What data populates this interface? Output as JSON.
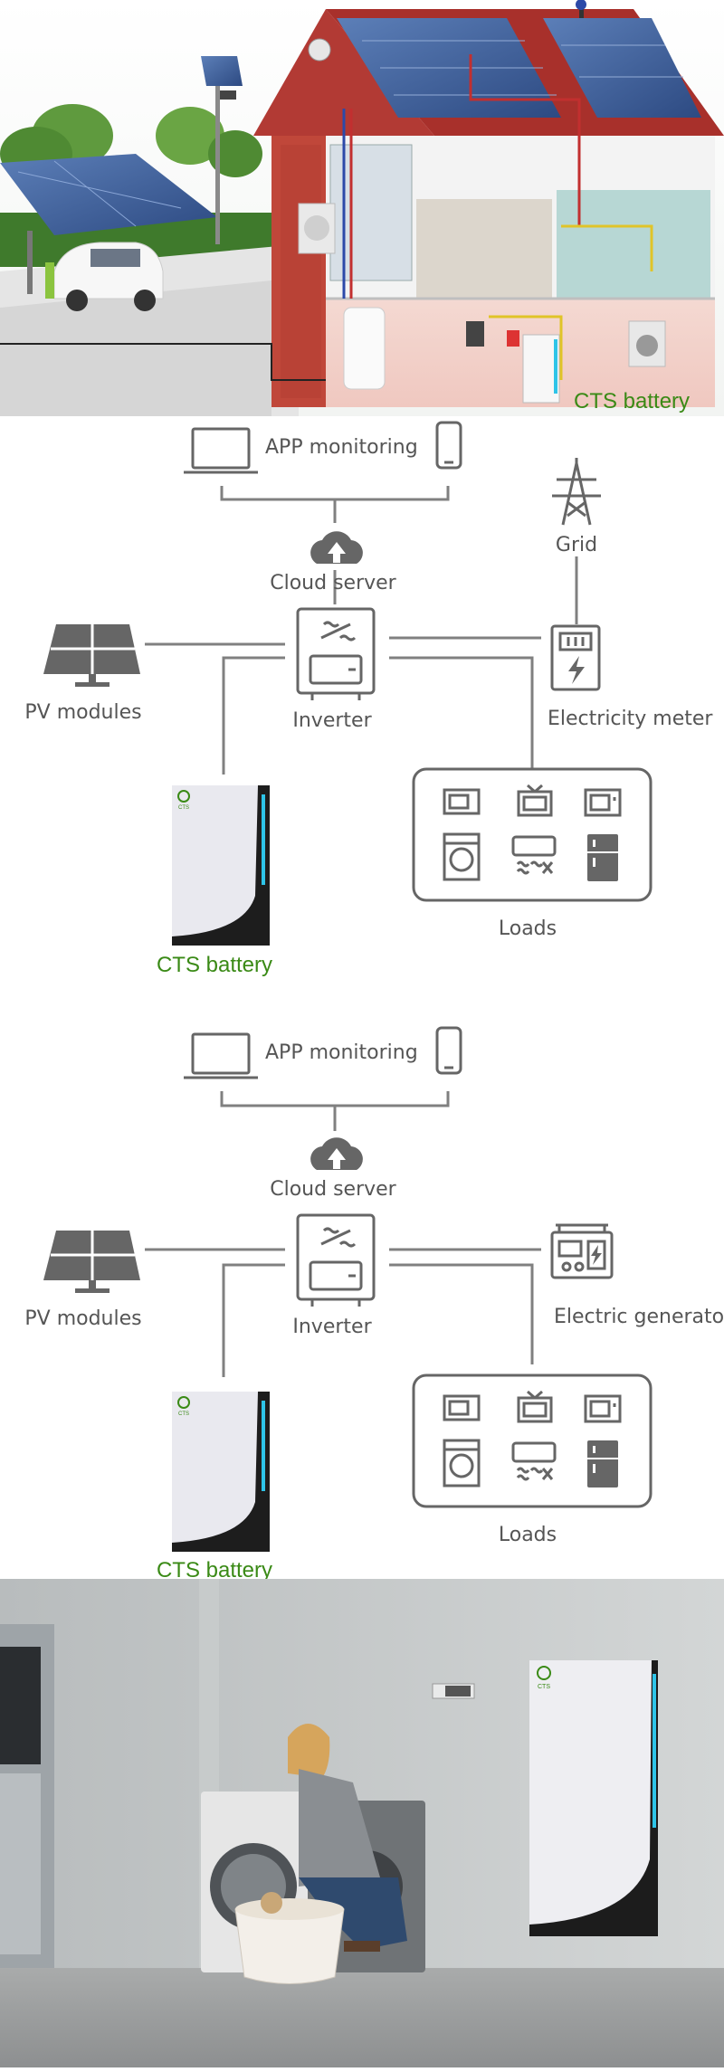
{
  "hero": {
    "battery_label": "CTS battery"
  },
  "diagram1": {
    "app_monitoring": "APP monitoring",
    "cloud_server": "Cloud server",
    "grid": "Grid",
    "pv_modules": "PV modules",
    "inverter": "Inverter",
    "electricity_meter": "Electricity meter",
    "cts_battery": "CTS battery",
    "loads": "Loads"
  },
  "diagram2": {
    "app_monitoring": "APP monitoring",
    "cloud_server": "Cloud server",
    "pv_modules": "PV modules",
    "inverter": "Inverter",
    "electric_generator": "Electric generator",
    "cts_battery": "CTS battery",
    "loads": "Loads"
  },
  "battery_logo": "CTS",
  "colors": {
    "line": "#808080",
    "icon": "#666666",
    "green": "#3a8a16",
    "battery_glow": "#2ec4e8"
  }
}
